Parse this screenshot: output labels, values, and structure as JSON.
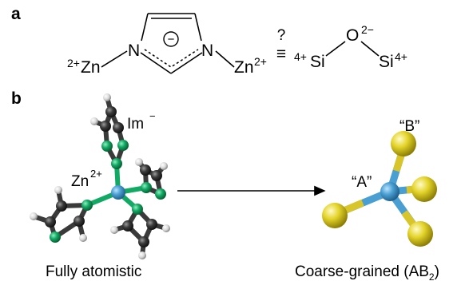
{
  "panel_a": {
    "label": "a",
    "left_zn": "Zn",
    "left_zn_charge": "2+",
    "n_left": "N",
    "n_right": "N",
    "anion_charge": "−",
    "right_zn": "Zn",
    "right_zn_charge": "2+",
    "question": "?",
    "equiv": "≡",
    "si_left_charge": "4+",
    "si_left": "Si",
    "oxygen": "O",
    "oxygen_charge": "2−",
    "si_right": "Si",
    "si_right_charge": "4+"
  },
  "panel_b": {
    "label": "b",
    "im_label": "Im",
    "im_charge": "−",
    "zn_label": "Zn",
    "zn_charge": "2+",
    "site_a": "“A”",
    "site_b": "“B”",
    "left_caption": "Fully atomistic",
    "right_caption_main": "Coarse-grained (AB",
    "right_caption_sub": "2",
    "right_caption_end": ")"
  },
  "colors": {
    "zinc": "#4a9fd2",
    "nitrogen": "#12a964",
    "carbon": "#3a3a3a",
    "hydrogen": "#d9d9d9",
    "coarse_site": "#e4d42a",
    "coarse_bond": "#d8c52a"
  }
}
